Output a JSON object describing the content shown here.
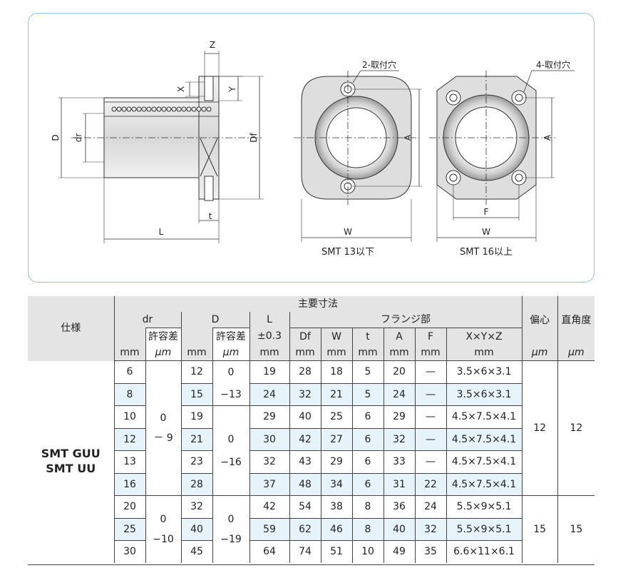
{
  "drawing": {
    "side_labels": {
      "Z": "Z",
      "X": "X",
      "Y": "Y",
      "D": "D",
      "dr": "dr",
      "Df": "Df",
      "L": "L",
      "t": "t"
    },
    "front_small": {
      "hole_label": "2-取付穴",
      "A": "A",
      "W": "W",
      "caption": "SMT 13以下"
    },
    "front_large": {
      "hole_label": "4-取付穴",
      "A": "A",
      "F": "F",
      "W": "W",
      "caption": "SMT 16以上"
    }
  },
  "table": {
    "header": {
      "spec": "仕様",
      "main_dims": "主要寸法",
      "dr": "dr",
      "D": "D",
      "L": "L",
      "flange": "フランジ部",
      "eccentricity": "偏心",
      "perpendicularity": "直角度",
      "tolerance": "許容差",
      "L_tol": "±0.3",
      "Df": "Df",
      "W": "W",
      "t": "t",
      "A": "A",
      "F": "F",
      "XYZ": "X×Y×Z",
      "mm": "mm",
      "um": "μm"
    },
    "spec_line1": "SMT GUU",
    "spec_line2": "SMT UU",
    "dr_tol_1": {
      "upper": "0",
      "lower": "－ 9"
    },
    "dr_tol_2": {
      "upper": "0",
      "lower": "−10"
    },
    "D_tol_1": {
      "upper": "0",
      "lower": "−13"
    },
    "D_tol_2": {
      "upper": "0",
      "lower": "−16"
    },
    "D_tol_3": {
      "upper": "0",
      "lower": "−19"
    },
    "ecc_1": "12",
    "perp_1": "12",
    "ecc_2": "15",
    "perp_2": "15",
    "rows": [
      {
        "dr": "6",
        "D": "12",
        "L": "19",
        "Df": "28",
        "W": "18",
        "t": "5",
        "A": "20",
        "F": "—",
        "XYZ": "3.5×6×3.1"
      },
      {
        "dr": "8",
        "D": "15",
        "L": "24",
        "Df": "32",
        "W": "21",
        "t": "5",
        "A": "24",
        "F": "—",
        "XYZ": "3.5×6×3.1"
      },
      {
        "dr": "10",
        "D": "19",
        "L": "29",
        "Df": "40",
        "W": "25",
        "t": "6",
        "A": "29",
        "F": "—",
        "XYZ": "4.5×7.5×4.1"
      },
      {
        "dr": "12",
        "D": "21",
        "L": "30",
        "Df": "42",
        "W": "27",
        "t": "6",
        "A": "32",
        "F": "—",
        "XYZ": "4.5×7.5×4.1"
      },
      {
        "dr": "13",
        "D": "23",
        "L": "32",
        "Df": "43",
        "W": "29",
        "t": "6",
        "A": "33",
        "F": "—",
        "XYZ": "4.5×7.5×4.1"
      },
      {
        "dr": "16",
        "D": "28",
        "L": "37",
        "Df": "48",
        "W": "34",
        "t": "6",
        "A": "31",
        "F": "22",
        "XYZ": "4.5×7.5×4.1"
      },
      {
        "dr": "20",
        "D": "32",
        "L": "42",
        "Df": "54",
        "W": "38",
        "t": "8",
        "A": "36",
        "F": "24",
        "XYZ": "5.5×9×5.1"
      },
      {
        "dr": "25",
        "D": "40",
        "L": "59",
        "Df": "62",
        "W": "46",
        "t": "8",
        "A": "40",
        "F": "32",
        "XYZ": "5.5×9×5.1"
      },
      {
        "dr": "30",
        "D": "45",
        "L": "64",
        "Df": "74",
        "W": "51",
        "t": "10",
        "A": "49",
        "F": "35",
        "XYZ": "6.6×11×6.1"
      }
    ]
  }
}
